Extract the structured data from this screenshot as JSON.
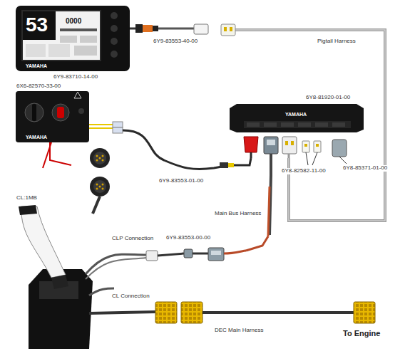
{
  "diagram": {
    "labels": [
      "53",
      "0000",
      "YAMAHA",
      "6Y9-83710-14-00",
      "6Y9-83553-40-00",
      "Pigtail Harness",
      "6X6-82570-33-00",
      "YAMAHA",
      "6Y8-81920-01-00",
      "YAMAHA",
      "6Y9-83553-01-00",
      "6Y8-82582-11-00",
      "6Y8-85371-01-00",
      "CL:1MB",
      "Main Bus Harness",
      "CLP Connection",
      "6Y9-83553-00-00",
      "CL Connection",
      "DEC Main Harness",
      "To Engine"
    ]
  }
}
